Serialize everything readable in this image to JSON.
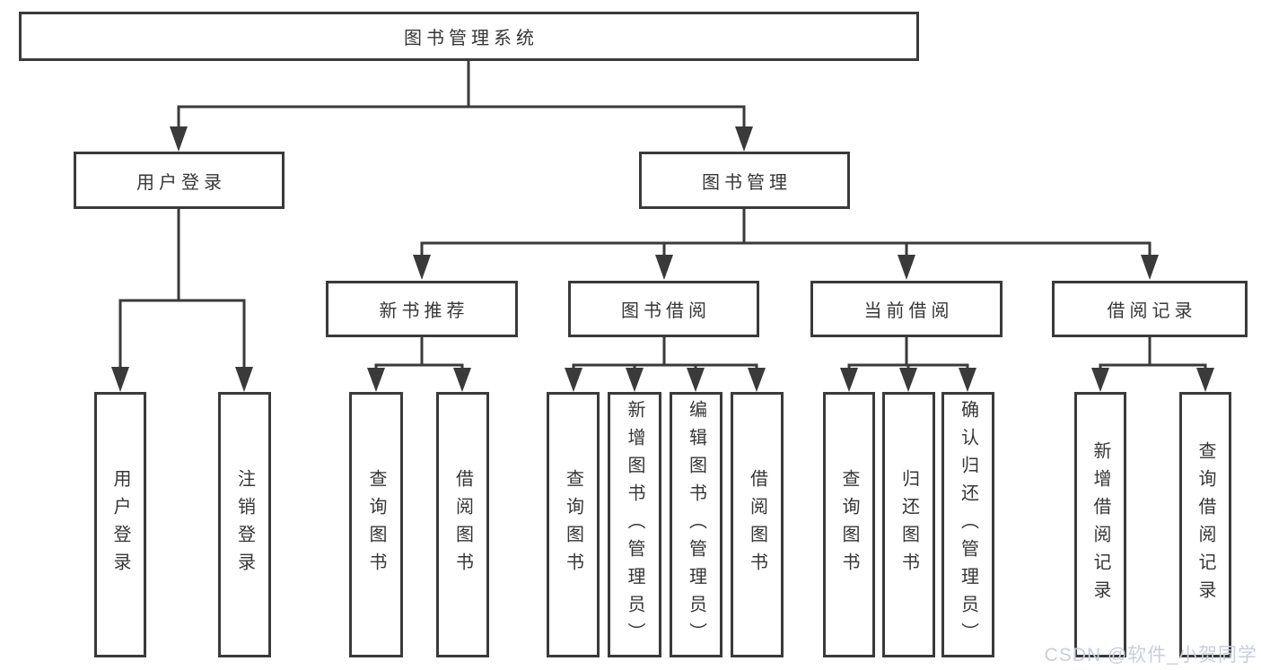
{
  "tree": {
    "root": {
      "label": "图书管理系统"
    },
    "branches": [
      {
        "label": "用户登录",
        "children": [
          {
            "label": "用户登录"
          },
          {
            "label": "注销登录"
          }
        ]
      },
      {
        "label": "图书管理",
        "children": [
          {
            "label": "新书推荐",
            "children": [
              {
                "label": "查询图书"
              },
              {
                "label": "借阅图书"
              }
            ]
          },
          {
            "label": "图书借阅",
            "children": [
              {
                "label": "查询图书"
              },
              {
                "label": "新增图书（管理员）"
              },
              {
                "label": "编辑图书（管理员）"
              },
              {
                "label": "借阅图书"
              }
            ]
          },
          {
            "label": "当前借阅",
            "children": [
              {
                "label": "查询图书"
              },
              {
                "label": "归还图书"
              },
              {
                "label": "确认归还（管理员）"
              }
            ]
          },
          {
            "label": "借阅记录",
            "children": [
              {
                "label": "新增借阅记录"
              },
              {
                "label": "查询借阅记录"
              }
            ]
          }
        ]
      }
    ]
  },
  "watermark": "CSDN @软件_小贺同学",
  "colors": {
    "line": "#3a3a3a",
    "text": "#363636",
    "box_background": "#ffffff",
    "watermark": "#c9ced8",
    "page_background": "#ffffff"
  }
}
